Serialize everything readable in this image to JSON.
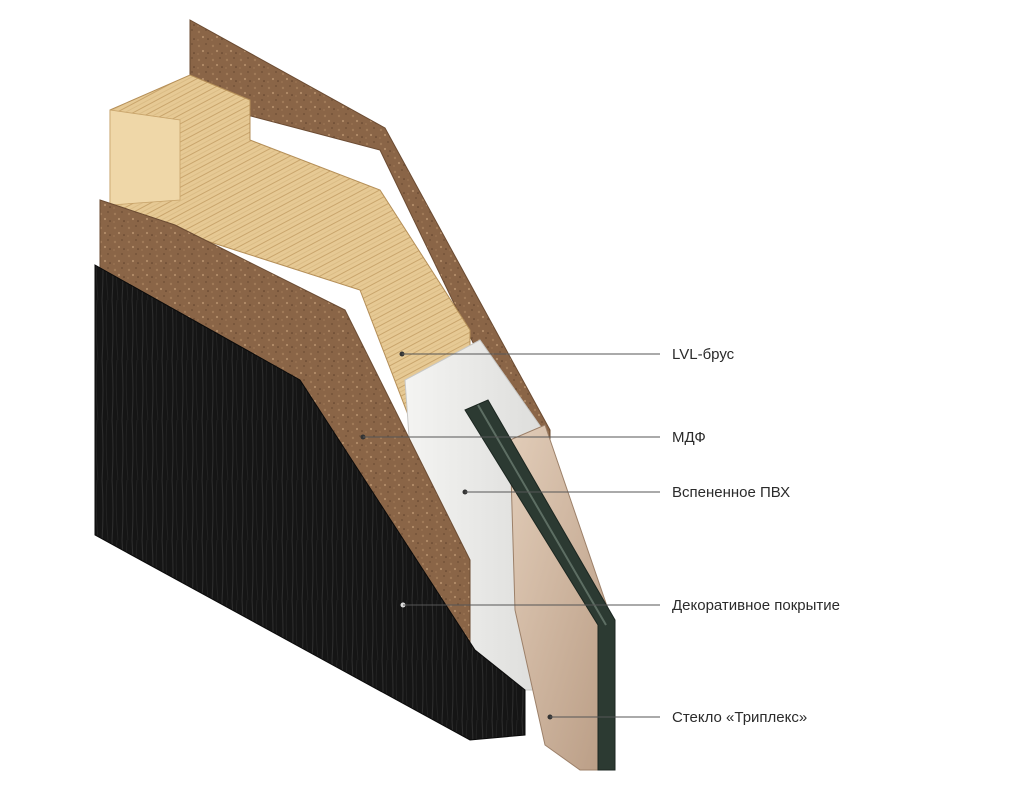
{
  "labels": {
    "lvl": "LVL-брус",
    "mdf": "МДФ",
    "pvc": "Вспененное ПВХ",
    "decor": "Декоративное покрытие",
    "glass": "Стекло «Триплекс»"
  },
  "colors": {
    "leader_line": "#555555",
    "label_text": "#2b2b2b",
    "decor_black": "#141414",
    "mdf_brown": "#8a6547",
    "lvl_wood": "#e9cf9e",
    "pvc_white": "#ececea",
    "glass_tint": "#cdb49e",
    "glass_edge": "#2c3a32"
  }
}
